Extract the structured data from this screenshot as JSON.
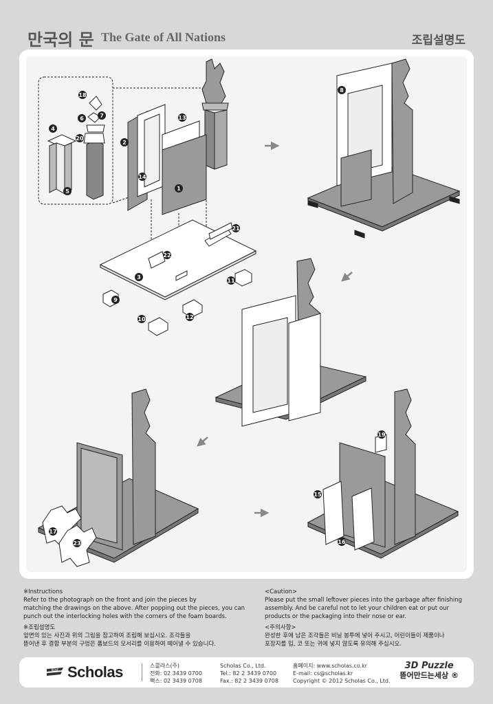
{
  "header": {
    "title_ko": "만국의 문",
    "title_en": "The Gate of All Nations",
    "title_right": "조립설명도"
  },
  "diagram": {
    "step1_labels": [
      "18",
      "6",
      "7",
      "4",
      "20",
      "5",
      "2",
      "14",
      "13",
      "1",
      "21",
      "22",
      "3",
      "11",
      "9",
      "10",
      "12"
    ],
    "step2_labels": [
      "8"
    ],
    "step5_labels": [
      "17",
      "23"
    ],
    "step6_labels": [
      "19",
      "15",
      "16"
    ],
    "colors": {
      "piece_gray": "#9a9a9a",
      "piece_light": "#ffffff",
      "outline": "#222222",
      "label_bg": "#222222",
      "arrow": "#888888"
    }
  },
  "instructions": {
    "en_heading": "※Instructions",
    "en_line1": "Refer to the photograph on the front and join the pieces by",
    "en_line2": "matching the drawings on the above. After popping out the pieces, you can",
    "en_line3": "punch out the interlocking holes with the corners of the foam boards.",
    "ko_heading": "※조립설명도",
    "ko_line1": "앞면의 있는 사진과 위의 그림을 참고하여 조립해 보십시오. 조각들을",
    "ko_line2": "뜯어낸 후 결합 부분의 구멍은 폼보드의 모서리를 이용하여 떼어낼 수 있습니다.",
    "caution_heading": "<Caution>",
    "caution_line1": "Please put the small leftover pieces into the garbage after finishing",
    "caution_line2": "assembly. And be careful not to let your children eat or put our",
    "caution_line3": "products or the packaging into their nose or ear.",
    "caution_ko_heading": "<주의사항>",
    "caution_ko_line1": "완성한 후에 남은 조각들은 비닐 봉투에 넣어 주시고, 어린이들이 제품이나",
    "caution_ko_line2": "포장지를 입, 코 또는 귀에 넣지 않도록 유의해 주십시오."
  },
  "footer": {
    "logo_small": "BENE",
    "logo_text": "Scholas",
    "company_ko": "스콜라스(주)",
    "phone_ko": "전화: 02 3439 0700",
    "fax_ko": "팩스: 02 3439 0708",
    "company_en": "Scholas Co., Ltd.",
    "phone_en": "Tel.: 82 2 3439 0700",
    "fax_en": "Fax.: 82 2 3439 0708",
    "web": "홈페이지: www.scholas.co.kr",
    "email": "E-mail: cs@scholas.kr",
    "copyright": "Copyright © 2012 Scholas Co., Ltd.",
    "brand_3d": "3D Puzzle",
    "brand_ko": "뜯어만드는세상 ®"
  }
}
